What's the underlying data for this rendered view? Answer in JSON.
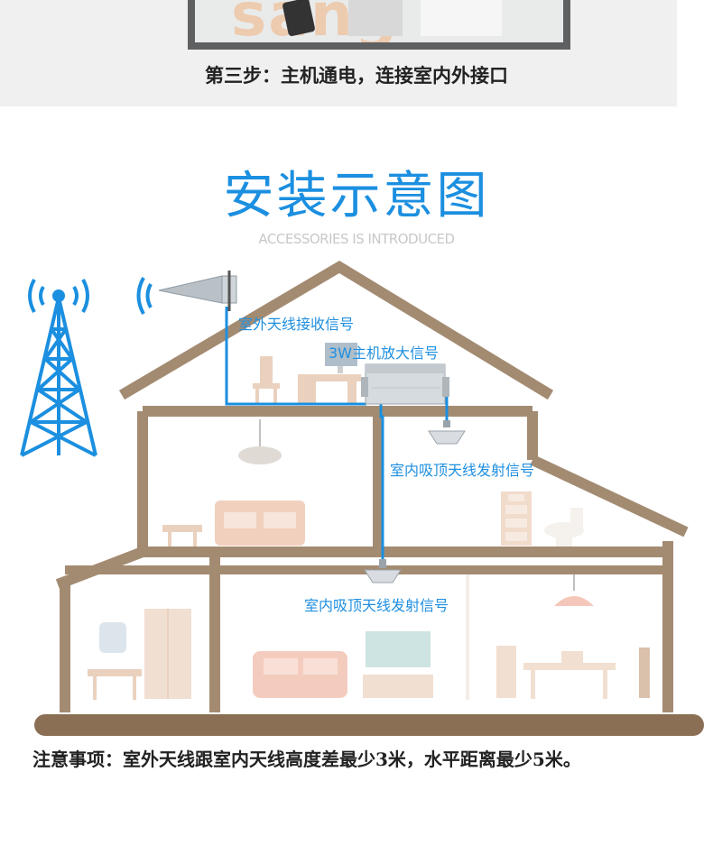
{
  "header": {
    "watermark": "sang",
    "step_caption": "第三步：主机通电，连接室内外接口"
  },
  "diagram": {
    "title": "安装示意图",
    "subtitle": "ACCESSORIES IS INTRODUCED",
    "labels": {
      "outdoor_antenna": "室外天线接收信号",
      "host_amplifier": "3W主机放大信号",
      "ceiling_antenna_upper": "室内吸顶天线发射信号",
      "ceiling_antenna_lower": "室内吸顶天线发射信号"
    },
    "colors": {
      "accent": "#1b8fe0",
      "house_frame": "#a38b72",
      "furniture": "#f2d9c9"
    }
  },
  "footer": {
    "note": "注意事项：室外天线跟室内天线高度差最少3米，水平距离最少5米。"
  }
}
